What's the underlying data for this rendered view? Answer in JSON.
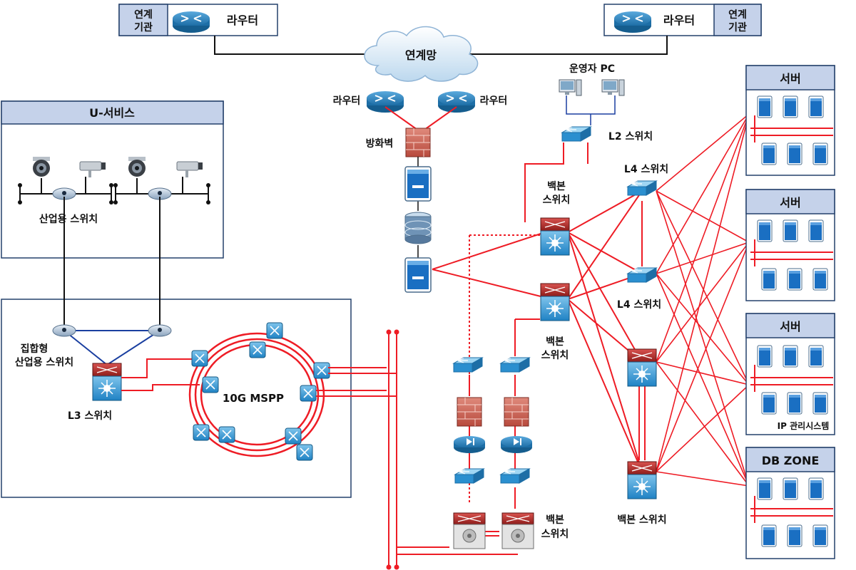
{
  "top_left": {
    "org_line1": "연계",
    "org_line2": "기관",
    "router": "라우터"
  },
  "top_right": {
    "org_line1": "연계",
    "org_line2": "기관",
    "router": "라우터"
  },
  "cloud": {
    "label": "연계망"
  },
  "routers": {
    "left": "라우터",
    "right": "라우터"
  },
  "firewall": {
    "label": "방화벽"
  },
  "operator": {
    "label": "운영자 PC"
  },
  "l2_switch": {
    "label": "L2 스위치"
  },
  "u_service": {
    "title": "U-서비스",
    "industrial_switch": "산업용 스위치"
  },
  "main_region": {
    "agg_switch_line1": "집합형",
    "agg_switch_line2": "산업용 스위치",
    "l3_switch": "L3 스위치",
    "mspp": "10G MSPP"
  },
  "backbone": {
    "top_line1": "백본",
    "top_line2": "스위치",
    "mid_line1": "백본",
    "mid_line2": "스위치",
    "bottom_line1": "백본",
    "bottom_line2": "스위치",
    "right": "백본 스위치"
  },
  "l4": {
    "top": "L4 스위치",
    "bottom": "L4 스위치"
  },
  "zones": [
    {
      "title": "서버",
      "caption": ""
    },
    {
      "title": "서버",
      "caption": ""
    },
    {
      "title": "서버",
      "caption": "IP 관리시스템"
    },
    {
      "title": "DB ZONE",
      "caption": ""
    }
  ],
  "colors": {
    "link": "#ee1c25",
    "panel_header": "#c5d2ea",
    "panel_border": "#24406b",
    "server": "#1a6fc2"
  }
}
